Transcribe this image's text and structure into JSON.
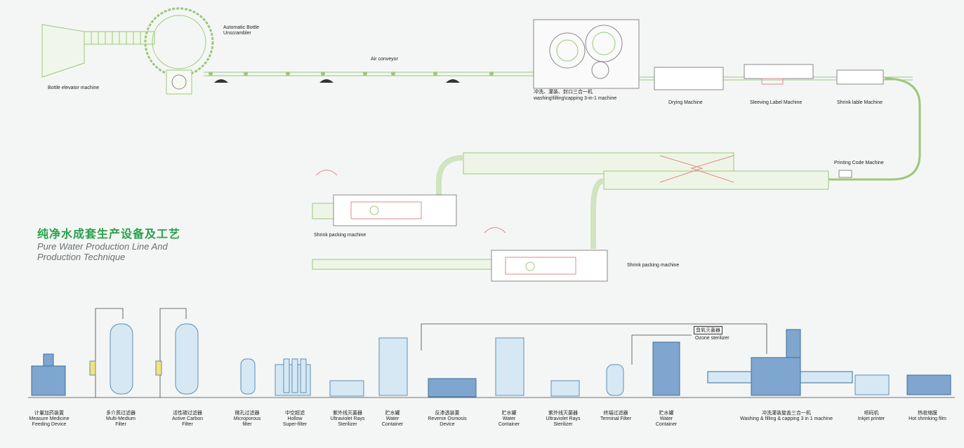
{
  "title": {
    "zh": "纯净水成套生产设备及工艺",
    "en_line1": "Pure Water Production Line And",
    "en_line2": "Production Technique"
  },
  "top_labels": {
    "bottle_elevator": "Bottle elevator machine",
    "unscrambler_line1": "Automatic Bottle",
    "unscrambler_line2": "Unscrambler",
    "air_conveyor": "Air conveyor",
    "washing_line1": "冲洗、灌装、封口三合一机",
    "washing_line2": "washing\\filling\\capping 3-in-1 machine",
    "drying": "Drying Machine",
    "sleeving": "Sleeving Label Machine",
    "shrink_lable": "Shrink lable Machine",
    "printing_code": "Printing Code Machine",
    "shrink_packing_1": "Shrink packing machine",
    "shrink_packing_2": "Shrink packing machine"
  },
  "ozone": {
    "zh": "臭氧灭菌器",
    "en": "Ozone sterilizer"
  },
  "equipment": [
    {
      "zh": "计量加药装置",
      "en1": "Measure Medicine",
      "en2": "Feeding Device"
    },
    {
      "zh": "多介质过滤器",
      "en1": "Multi-Medium",
      "en2": "Filter"
    },
    {
      "zh": "活性碳过滤器",
      "en1": "Active Carbon",
      "en2": "Filter"
    },
    {
      "zh": "微孔过滤器",
      "en1": "Microporous",
      "en2": "filter"
    },
    {
      "zh": "中空超滤",
      "en1": "Hollow",
      "en2": "Super-filter"
    },
    {
      "zh": "紫外线灭菌器",
      "en1": "Ultraviolet Rays",
      "en2": "Sterilizer"
    },
    {
      "zh": "贮水罐",
      "en1": "Water",
      "en2": "Container"
    },
    {
      "zh": "反渗透装置",
      "en1": "Reverse Osmosis",
      "en2": "Device"
    },
    {
      "zh": "贮水罐",
      "en1": "Water",
      "en2": "Container"
    },
    {
      "zh": "紫外线灭菌器",
      "en1": "Ultraviolet Rays",
      "en2": "Sterilizer"
    },
    {
      "zh": "终端过滤器",
      "en1": "Terminal Filter",
      "en2": ""
    },
    {
      "zh": "贮水罐",
      "en1": "Water",
      "en2": "Container"
    },
    {
      "zh": "冲洗灌装旋盖三合一机",
      "en1": "Washing & filling & capping 3 in 1 machine",
      "en2": ""
    },
    {
      "zh": "喷码机",
      "en1": "Inkjet printer",
      "en2": ""
    },
    {
      "zh": "热收缩膜",
      "en1": "Hot shrinking film",
      "en2": ""
    }
  ],
  "colors": {
    "conveyor": "#9cc77c",
    "tank_fill": "#d6e8f4",
    "tank_stroke": "#5b8fb5",
    "machine_fill": "#7ea6cf",
    "accent_red": "#e08a8a",
    "title_green": "#2aa04a"
  }
}
